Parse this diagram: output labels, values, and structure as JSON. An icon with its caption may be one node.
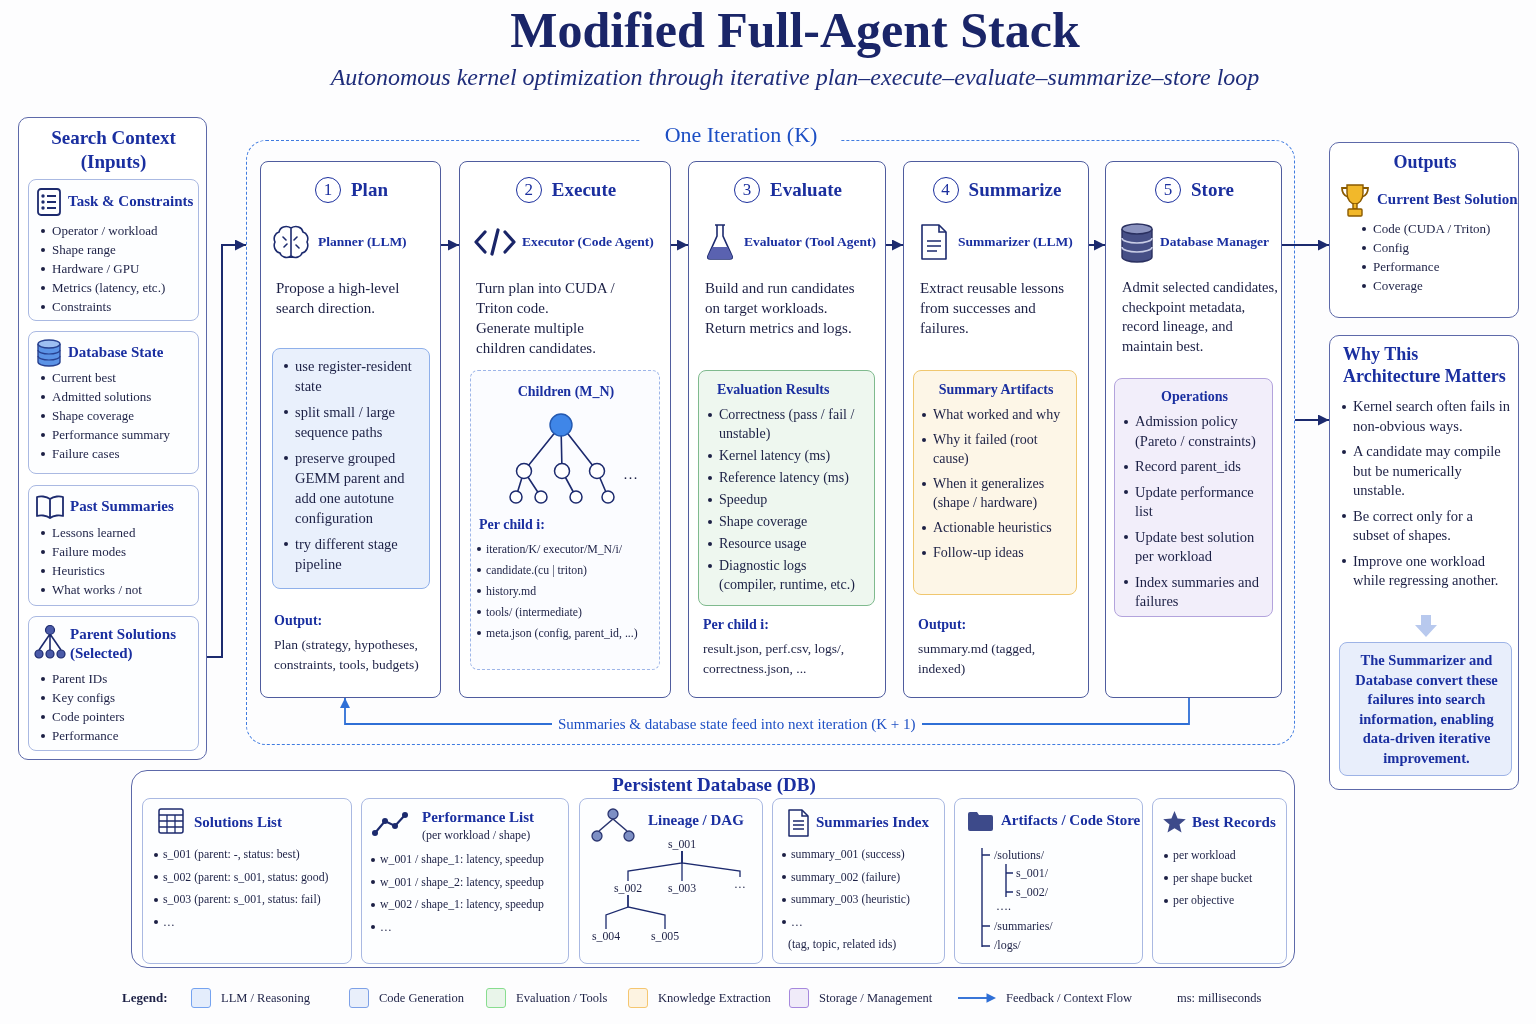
{
  "diagram": {
    "title": "Modified Full-Agent Stack",
    "nodes": [
      {
        "text": [
          "Search Context (Inputs)"
        ]
      },
      {
        "text": [
          "Task & Constraints",
          "Operator / workload",
          "Shape range",
          "Hardware / GPU",
          "Metrics (latency, etc.)",
          "Constraints"
        ],
        "in": 0
      },
      {
        "text": [
          "Database State",
          "Current best",
          "Admitted solutions",
          "Shape coverage",
          "Performance summary",
          "Failure cases"
        ],
        "in": 0
      },
      {
        "text": [
          "Past Summaries",
          "Lessons learned",
          "Failure modes",
          "Heuristics",
          "What works / not"
        ],
        "in": 0
      },
      {
        "text": [
          "Parent Solutions (Selected)",
          "Parent IDs",
          "Key configs",
          "Code pointers",
          "Performance"
        ],
        "in": 0
      },
      {
        "text": [
          "One Iteration (K)"
        ]
      },
      {
        "text": [
          "1",
          "Plan",
          "Planner (LLM)",
          "Propose a high-level search direction.",
          "Output:",
          "Plan (strategy, hypotheses, constraints, tools, budgets)"
        ],
        "in": 5
      },
      {
        "text": [
          "use register-resident state",
          "split small / large sequence paths",
          "preserve grouped GEMM parent and add one autotune configuration",
          "try different stage pipeline"
        ],
        "in": 6
      },
      {
        "text": [
          "2",
          "Execute",
          "Executor (Code Agent)",
          "Turn plan into CUDA / Triton code.",
          "Generate multiple children candidates."
        ],
        "in": 5
      },
      {
        "text": [
          "Children (M_N)",
          "…",
          "Per child i:",
          "iteration/K/ executor/M_N/i/",
          "candidate.(cu | triton)",
          "history.md",
          "tools/ (intermediate)",
          "meta.json (config, parent_id, ...)"
        ],
        "in": 8
      },
      {
        "text": [
          "3",
          "Evaluate",
          "Evaluator (Tool Agent)",
          "Build and run candidates on target workloads.",
          "Return metrics and logs.",
          "Per child i:",
          "result.json, perf.csv, logs/, correctness.json, ..."
        ],
        "in": 5
      },
      {
        "text": [
          "Evaluation Results",
          "Correctness (pass / fail / unstable)",
          "Kernel latency (ms)",
          "Reference latency (ms)",
          "Speedup",
          "Shape coverage",
          "Resource usage",
          "Diagnostic logs (compiler, runtime, etc.)"
        ],
        "in": 10
      },
      {
        "text": [
          "4",
          "Summarize",
          "Summarizer (LLM)",
          "Extract reusable lessons from successes and failures.",
          "Output:",
          "summary.md (tagged, indexed)"
        ],
        "in": 5
      },
      {
        "text": [
          "Summary Artifacts",
          "What worked and why",
          "Why it failed (root cause)",
          "When it generalizes (shape / hardware)",
          "Actionable heuristics",
          "Follow-up ideas"
        ],
        "in": 12
      },
      {
        "text": [
          "5",
          "Store",
          "Database Manager",
          "Admit selected candidates, checkpoint metadata, record lineage, and maintain best."
        ],
        "in": 5
      },
      {
        "text": [
          "Operations",
          "Admission policy (Pareto / constraints)",
          "Record parent_ids",
          "Update performance list",
          "Update best solution per workload",
          "Index summaries and failures"
        ],
        "in": 14
      },
      {
        "text": [
          "Outputs",
          "Current Best Solution",
          "Code (CUDA / Triton)",
          "Config",
          "Performance",
          "Coverage"
        ]
      },
      {
        "text": [
          "Why This Architecture Matters",
          "Kernel search often fails in non-obvious ways.",
          "A candidate may compile but be numerically unstable.",
          "Be correct only for a subset of shapes.",
          "Improve one workload while regressing another."
        ]
      },
      {
        "text": [
          "The Summarizer and Database convert these failures into search information, enabling data-driven iterative improvement."
        ],
        "in": 17
      },
      {
        "text": [
          "Persistent Database (DB)"
        ]
      },
      {
        "text": [
          "Solutions List",
          "s_001 (parent: -, status: best)",
          "s_002 (parent: s_001, status: good)",
          "s_003 (parent: s_001, status: fail)",
          "…"
        ],
        "in": 19
      },
      {
        "text": [
          "Performance List",
          "(per workload / shape)",
          "w_001 / shape_1: latency, speedup",
          "w_001 / shape_2: latency, speedup",
          "w_002 / shape_1: latency, speedup",
          "…"
        ],
        "in": 19
      },
      {
        "text": [
          "Lineage / DAG"
        ],
        "in": 19
      },
      {
        "text": [
          "s_001"
        ],
        "in": 22
      },
      {
        "text": [
          "s_002"
        ],
        "in": 22
      },
      {
        "text": [
          "s_003"
        ],
        "in": 22
      },
      {
        "text": [
          "…"
        ],
        "in": 22
      },
      {
        "text": [
          "s_004"
        ],
        "in": 22
      },
      {
        "text": [
          "s_005"
        ],
        "in": 22
      },
      {
        "text": [
          "Summaries Index",
          "summary_001 (success)",
          "summary_002 (failure)",
          "summary_003 (heuristic)",
          "…",
          "(tag, topic, related ids)"
        ],
        "in": 19
      },
      {
        "text": [
          "Artifacts / Code Store",
          "/solutions/",
          "s_001/",
          "s_002/",
          "….",
          "/summaries/",
          "/logs/"
        ],
        "in": 19
      },
      {
        "text": [
          "Best Records",
          "per workload",
          "per shape bucket",
          "per objective"
        ],
        "in": 19
      }
    ],
    "edges": [
      {
        "from": 0,
        "to": 5,
        "arrow": "to"
      },
      {
        "from": 6,
        "to": 8,
        "arrow": "to"
      },
      {
        "from": 8,
        "to": 10,
        "arrow": "to"
      },
      {
        "from": 10,
        "to": 12,
        "arrow": "to"
      },
      {
        "from": 12,
        "to": 14,
        "arrow": "to"
      },
      {
        "from": 14,
        "to": 16,
        "arrow": "to"
      },
      {
        "from": 5,
        "to": 17,
        "arrow": "to"
      },
      {
        "from": 14,
        "to": 6,
        "arrow": "to",
        "label": "Summaries & database state feed into next iteration (K + 1)",
        "color": "#2f6fd6"
      },
      {
        "from": 23,
        "to": 24,
        "arrow": "none"
      },
      {
        "from": 23,
        "to": 25,
        "arrow": "none"
      },
      {
        "from": 23,
        "to": 26,
        "arrow": "none"
      },
      {
        "from": 24,
        "to": 27,
        "arrow": "none"
      },
      {
        "from": 24,
        "to": 28,
        "arrow": "none"
      }
    ],
    "labels": [
      "Autonomous kernel optimization through iterative plan–execute–evaluate–summarize–store loop",
      "Legend:",
      "ms: milliseconds"
    ],
    "legend": [
      {
        "text": "LLM / Reasoning",
        "color": "#e4edfc"
      },
      {
        "text": "Code Generation",
        "color": "#e9effb"
      },
      {
        "text": "Evaluation / Tools",
        "color": "#e9f5ea"
      },
      {
        "text": "Knowledge Extraction",
        "color": "#fdf3e1"
      },
      {
        "text": "Storage / Management",
        "color": "#f0ebf9"
      },
      {
        "text": "Feedback / Context Flow"
      }
    ]
  }
}
